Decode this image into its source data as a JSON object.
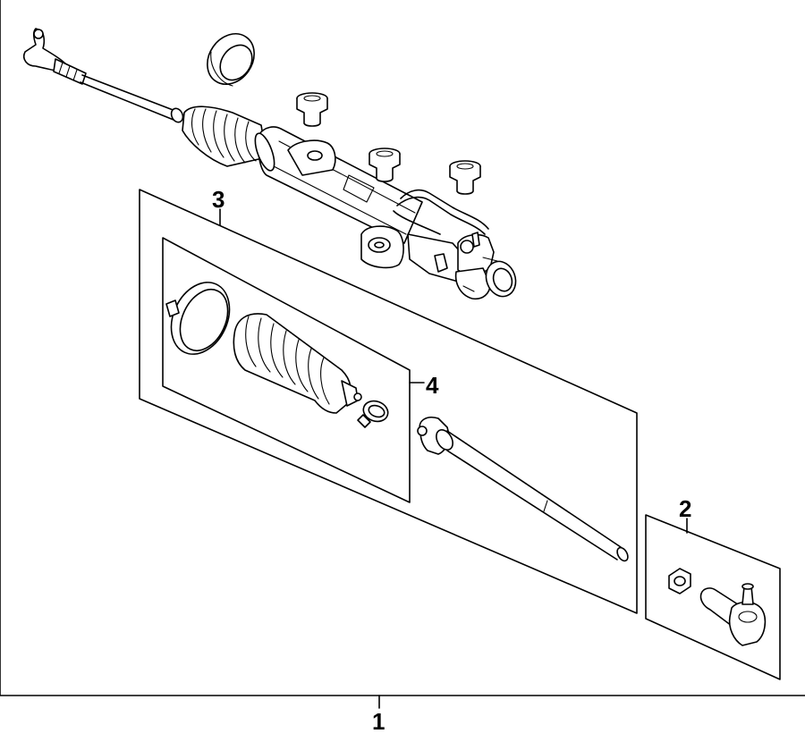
{
  "callouts": {
    "assembly": "1",
    "outer_tie_rod": "2",
    "inner_tie_rod_kit": "3",
    "boot_kit": "4"
  }
}
